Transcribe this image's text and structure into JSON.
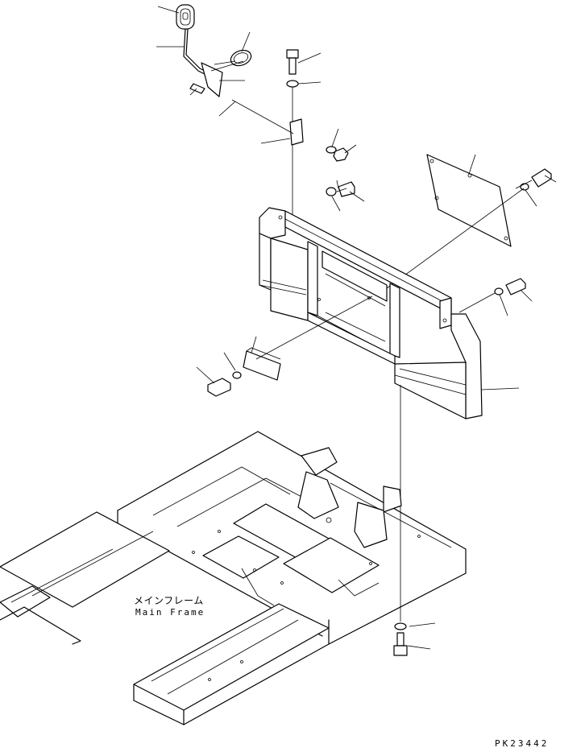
{
  "diagram": {
    "main_frame_label_jp": "メインフレーム",
    "main_frame_label_en": "Main Frame",
    "drawing_code": "PK23442"
  }
}
